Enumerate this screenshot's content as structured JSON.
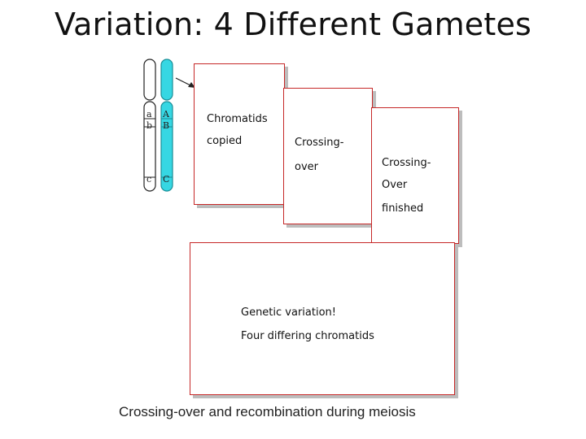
{
  "title": "Variation: 4 Different Gametes",
  "chromosome_labels": {
    "left": [
      "a",
      "b",
      "c"
    ],
    "right": [
      "A",
      "B",
      "C"
    ]
  },
  "panels": [
    {
      "lines": [
        "Chromatids",
        "copied"
      ]
    },
    {
      "lines": [
        "Crossing-",
        "over"
      ]
    },
    {
      "lines": [
        "Crossing-",
        "Over",
        "finished"
      ]
    },
    {
      "lines": [
        "Genetic variation!",
        "Four differing chromatids"
      ]
    }
  ],
  "caption": "Crossing-over and recombination  during meiosis",
  "colors": {
    "chromatid_cyan": "#36d7e3",
    "panel_border": "#c62828"
  }
}
